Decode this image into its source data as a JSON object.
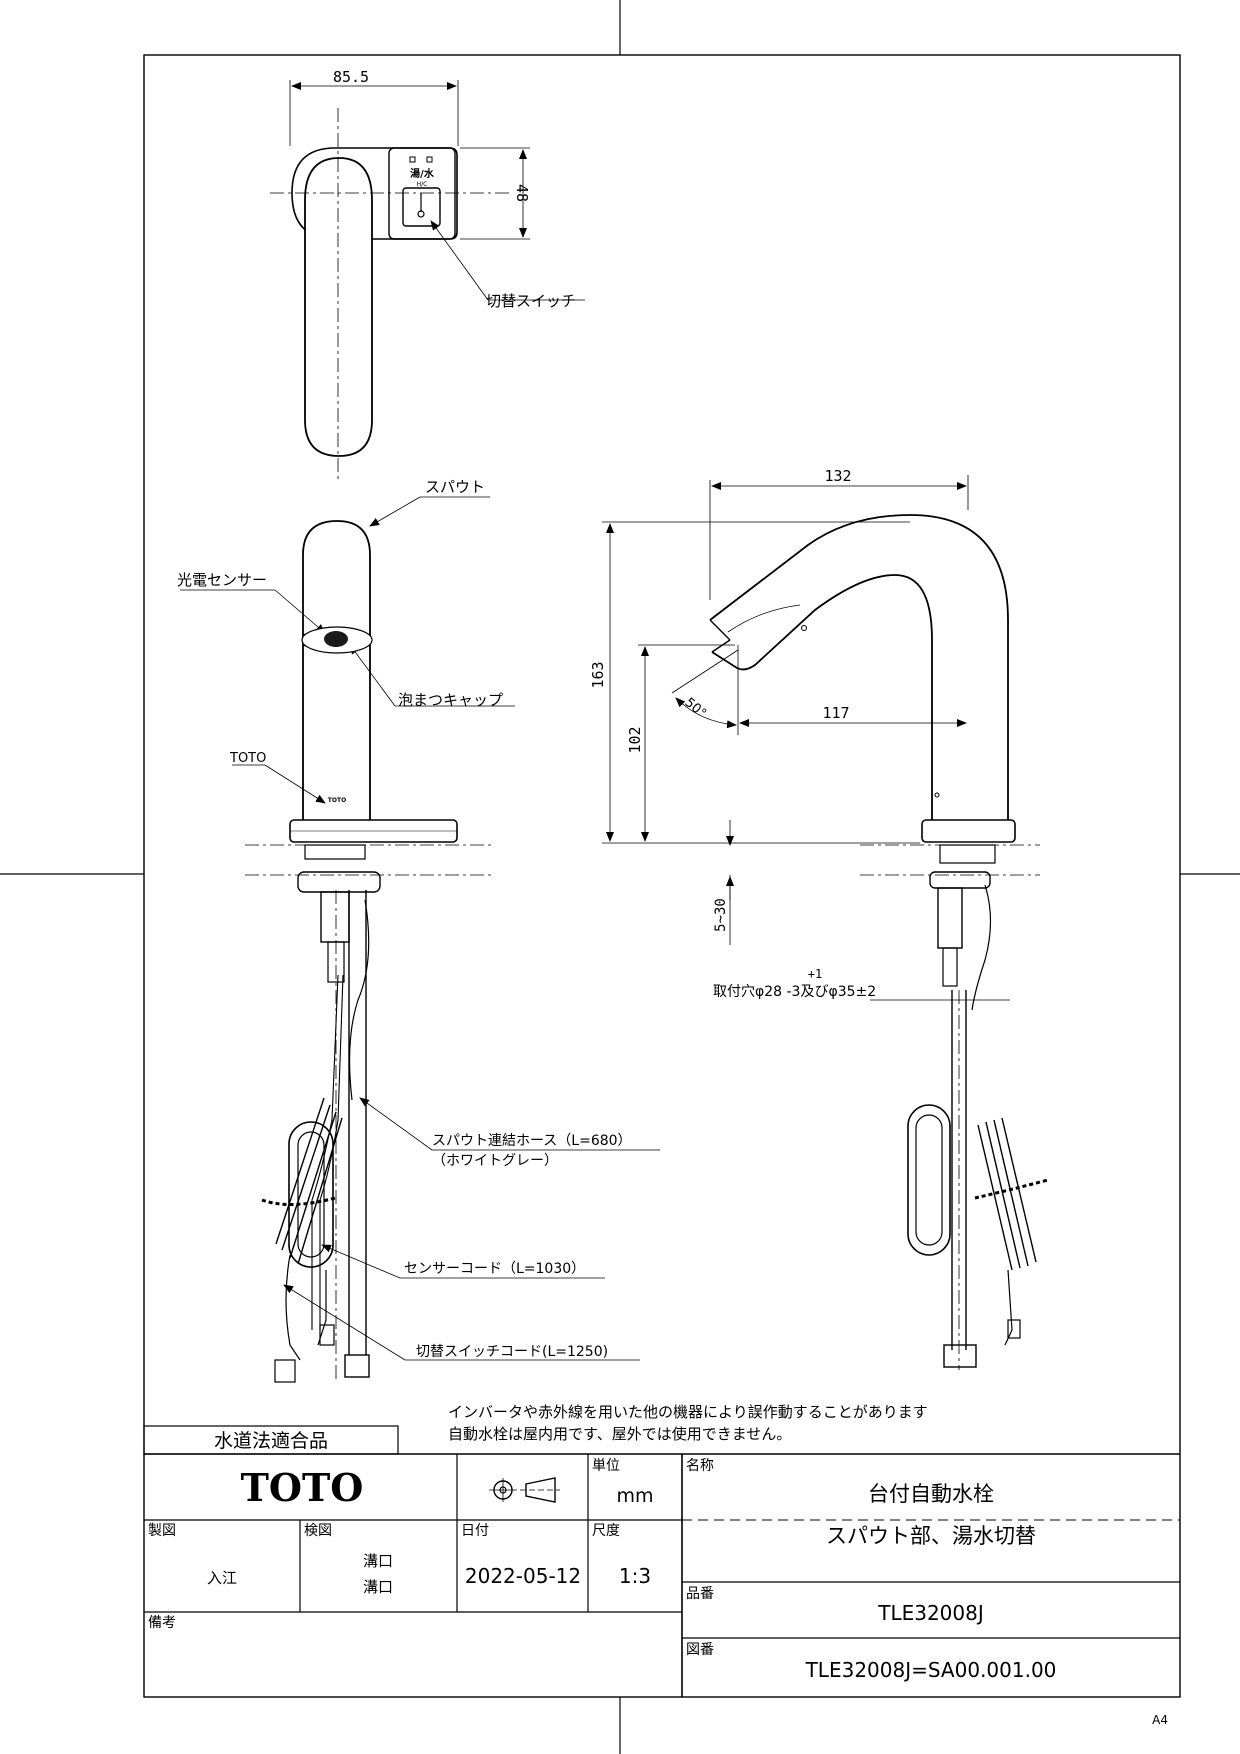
{
  "dimensions": {
    "top_width": "85.5",
    "top_depth": "48",
    "side_reach": "132",
    "side_height": "163",
    "spout_height": "102",
    "spout_reach": "117",
    "spout_angle": "50°",
    "counter_thickness": "5~30",
    "mount_hole_tol": "+1",
    "mount_hole": "取付穴φ28 -3及びφ35±2"
  },
  "switch_panel": {
    "label": "湯/水",
    "sub_label": "H/C"
  },
  "labels": {
    "switch": "切替スイッチ",
    "spout": "スパウト",
    "sensor": "光電センサー",
    "aerator": "泡まつキャップ",
    "brand_mark": "TOTO",
    "hose": "スパウト連結ホース（L=680）",
    "hose_color": "（ホワイトグレー）",
    "sensor_cord": "センサーコード（L=1030）",
    "switch_cord": "切替スイッチコード(L=1250)"
  },
  "notes": {
    "line1": "インバータや赤外線を用いた他の機器により誤作動することがあります",
    "line2": "自動水栓は屋内用です、屋外では使用できません。"
  },
  "title_block": {
    "compliance": "水道法適合品",
    "logo": "TOTO",
    "unit_label": "単位",
    "unit": "mm",
    "name_label": "名称",
    "name1": "台付自動水栓",
    "name2": "スパウト部、湯水切替",
    "drawn_label": "製図",
    "drawn_by": "入江",
    "checked_label": "検図",
    "checked_by1": "溝口",
    "checked_by2": "溝口",
    "date_label": "日付",
    "date": "2022-05-12",
    "scale_label": "尺度",
    "scale": "1:3",
    "part_label": "品番",
    "part_no": "TLE32008J",
    "notes_label": "備考",
    "drawing_label": "図番",
    "drawing_no": "TLE32008J=SA00.001.00"
  },
  "paper_size": "A4"
}
